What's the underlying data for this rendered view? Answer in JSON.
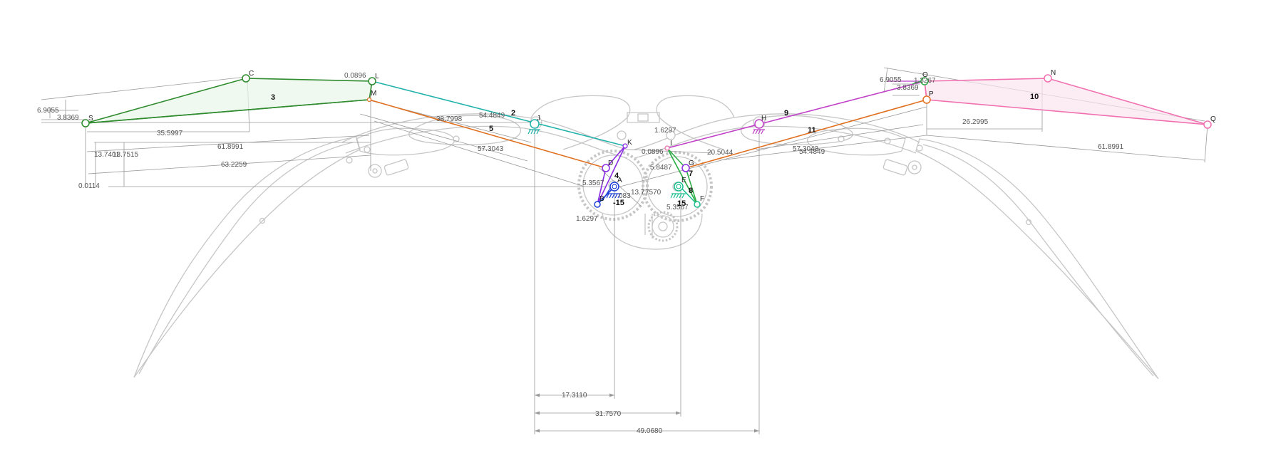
{
  "colors": {
    "green": "#2e8b2e",
    "cyan": "#20b2aa",
    "orange": "#e07020",
    "violet": "#8a2be2",
    "blue": "#1f3fd6",
    "magenta": "#c040c8",
    "pink": "#f070b0",
    "lime": "#31b04a",
    "teal": "#1cbf8f",
    "sketch": "#c6c6c6",
    "dimension": "#9a9a9a"
  },
  "points": {
    "S": "S",
    "C": "C",
    "L": "L",
    "M": "M",
    "J": "J",
    "K": "K",
    "D": "D",
    "A": "A",
    "B": "B",
    "I": "I",
    "G": "G",
    "E": "E",
    "F": "F",
    "H": "H",
    "O": "O",
    "P": "P",
    "N": "N",
    "Q": "Q"
  },
  "links": {
    "l2": "2",
    "l3": "3",
    "l4": "4",
    "l5": "5",
    "l7": "7",
    "l8": "8",
    "l9": "9",
    "l10": "10",
    "l11": "11",
    "l15a": "15",
    "l15b": "-15"
  },
  "dimensions": {
    "left_69055": "6.9055",
    "left_38369": "3.8369",
    "left_00896": "0.0896",
    "left_355997": "35.5997",
    "left_618991": "61.8991",
    "left_632259": "63.2259",
    "left_137401": "13.7401",
    "left_187515": "18.7515",
    "left_00114": "0.0114",
    "left_387998": "38.7998",
    "left_544849": "54.4849",
    "left_573043": "57.3043",
    "mid_53567_l": "5.3567",
    "mid_16297_l": "1.6297",
    "mid_083": "083",
    "mid_131757": "13.7",
    "mid_7570": "7570",
    "mid_16297_r": "1.6297",
    "mid_00896_r": "0.0896",
    "mid_58487": "5.8487",
    "mid_205044": "20.5044",
    "mid_53567_r": "5.3567",
    "right_69055": "6.9055",
    "right_38369": "3.8369",
    "right_13267": "1.3267",
    "right_262995": "26.2995",
    "right_618991": "61.8991",
    "right_573043": "57.3043",
    "right_544849": "54.4849",
    "bottom_173110": "17.3110",
    "bottom_317570": "31.7570",
    "bottom_490680": "49.0680"
  }
}
